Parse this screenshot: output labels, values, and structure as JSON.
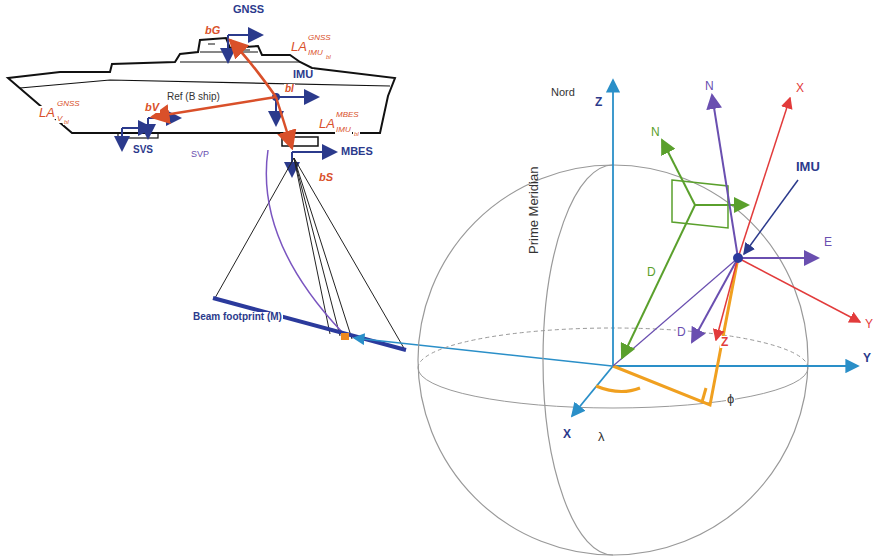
{
  "diagram": {
    "labels": [
      "GNSS",
      "bG",
      "LA",
      "GNSS",
      "IMU",
      "bI",
      "IMU",
      "bI",
      "Ref (B ship)",
      "bV",
      "LA",
      "GNSS",
      "V",
      "bI",
      "LA",
      "MBES",
      "IMU",
      "bI",
      "SVS",
      "SVP",
      "MBES",
      "bS",
      "Beam footprint (M)",
      "Nord",
      "Z",
      "Prime Meridian",
      "N",
      "N",
      "X",
      "IMU",
      "E",
      "D",
      "Z",
      "D",
      "ϕ",
      "Y",
      "Y",
      "λ",
      "X"
    ]
  }
}
